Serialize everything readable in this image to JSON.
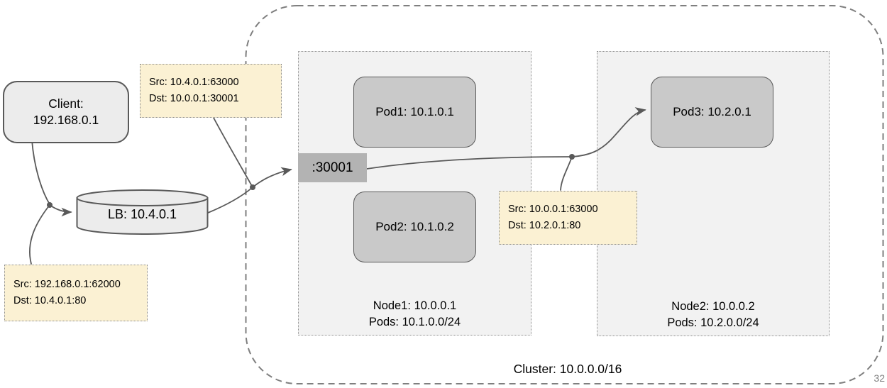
{
  "page_number": "32",
  "cluster": {
    "label": "Cluster: 10.0.0.0/16"
  },
  "client": {
    "line1": "Client:",
    "line2": "192.168.0.1"
  },
  "lb": {
    "label": "LB: 10.4.0.1"
  },
  "port": {
    "label": ":30001"
  },
  "nodes": [
    {
      "line1": "Node1: 10.0.0.1",
      "line2": "Pods: 10.1.0.0/24",
      "pods": [
        {
          "label": "Pod1: 10.1.0.1"
        },
        {
          "label": "Pod2: 10.1.0.2"
        }
      ]
    },
    {
      "line1": "Node2: 10.0.0.2",
      "line2": "Pods: 10.2.0.0/24",
      "pods": [
        {
          "label": "Pod3: 10.2.0.1"
        }
      ]
    }
  ],
  "notes": [
    {
      "src": "Src: 192.168.0.1:62000",
      "dst": "Dst: 10.4.0.1:80"
    },
    {
      "src": "Src: 10.4.0.1:63000",
      "dst": "Dst: 10.0.0.1:30001"
    },
    {
      "src": "Src: 10.0.0.1:63000",
      "dst": "Dst: 10.2.0.1:80"
    }
  ],
  "colors": {
    "note_fill": "#fbf1d3",
    "node_fill": "#f2f2f2",
    "pod_fill": "#c9c9c9",
    "port_fill": "#b3b3b3",
    "shape_fill": "#ececec",
    "line": "#595959",
    "cluster_border": "#7f7f7f"
  }
}
